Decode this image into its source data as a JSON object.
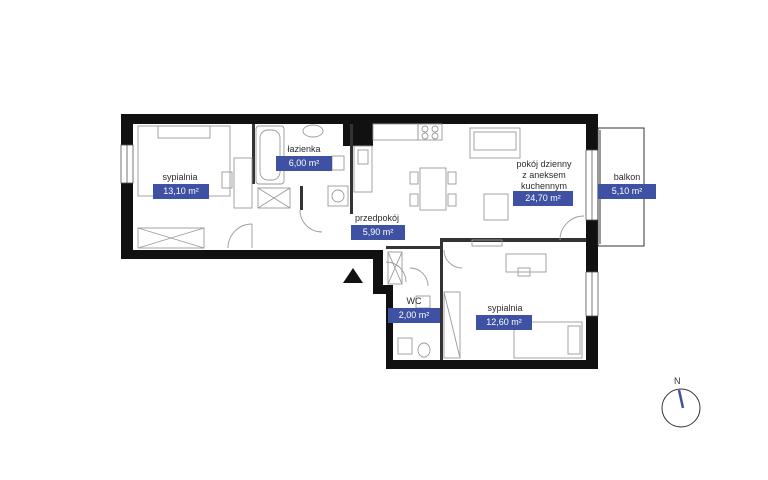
{
  "rooms": {
    "bedroom1": {
      "name": "sypialnia",
      "area": "13,10 m²"
    },
    "bathroom": {
      "name": "łazienka",
      "area": "6,00 m²"
    },
    "living": {
      "name": "pokój dzienny\nz aneksem\nkuchennym",
      "area": "24,70 m²"
    },
    "balcony": {
      "name": "balkon",
      "area": "5,10 m²"
    },
    "hall": {
      "name": "przedpokój",
      "area": "5,90 m²"
    },
    "wc": {
      "name": "WC",
      "area": "2,00 m²"
    },
    "bedroom2": {
      "name": "sypialnia",
      "area": "12,60 m²"
    }
  },
  "compass": {
    "label": "N"
  },
  "colors": {
    "badge": "#3f51a3",
    "wall": "#111111",
    "furniture": "#9a9a9a",
    "needle": "#3f51a3"
  }
}
